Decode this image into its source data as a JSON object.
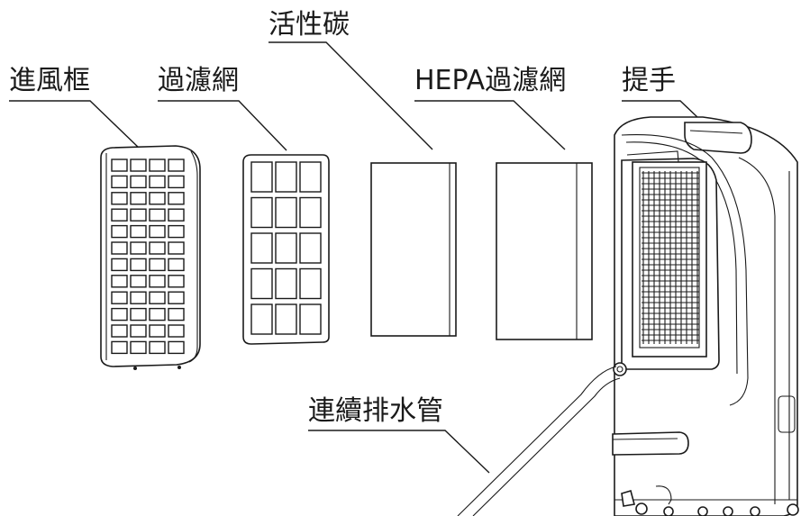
{
  "labels": {
    "inlet_frame": "進風框",
    "filter": "過濾網",
    "carbon": "活性碳",
    "hepa": "HEPA過濾網",
    "handle": "提手",
    "drain_hose": "連續排水管"
  }
}
